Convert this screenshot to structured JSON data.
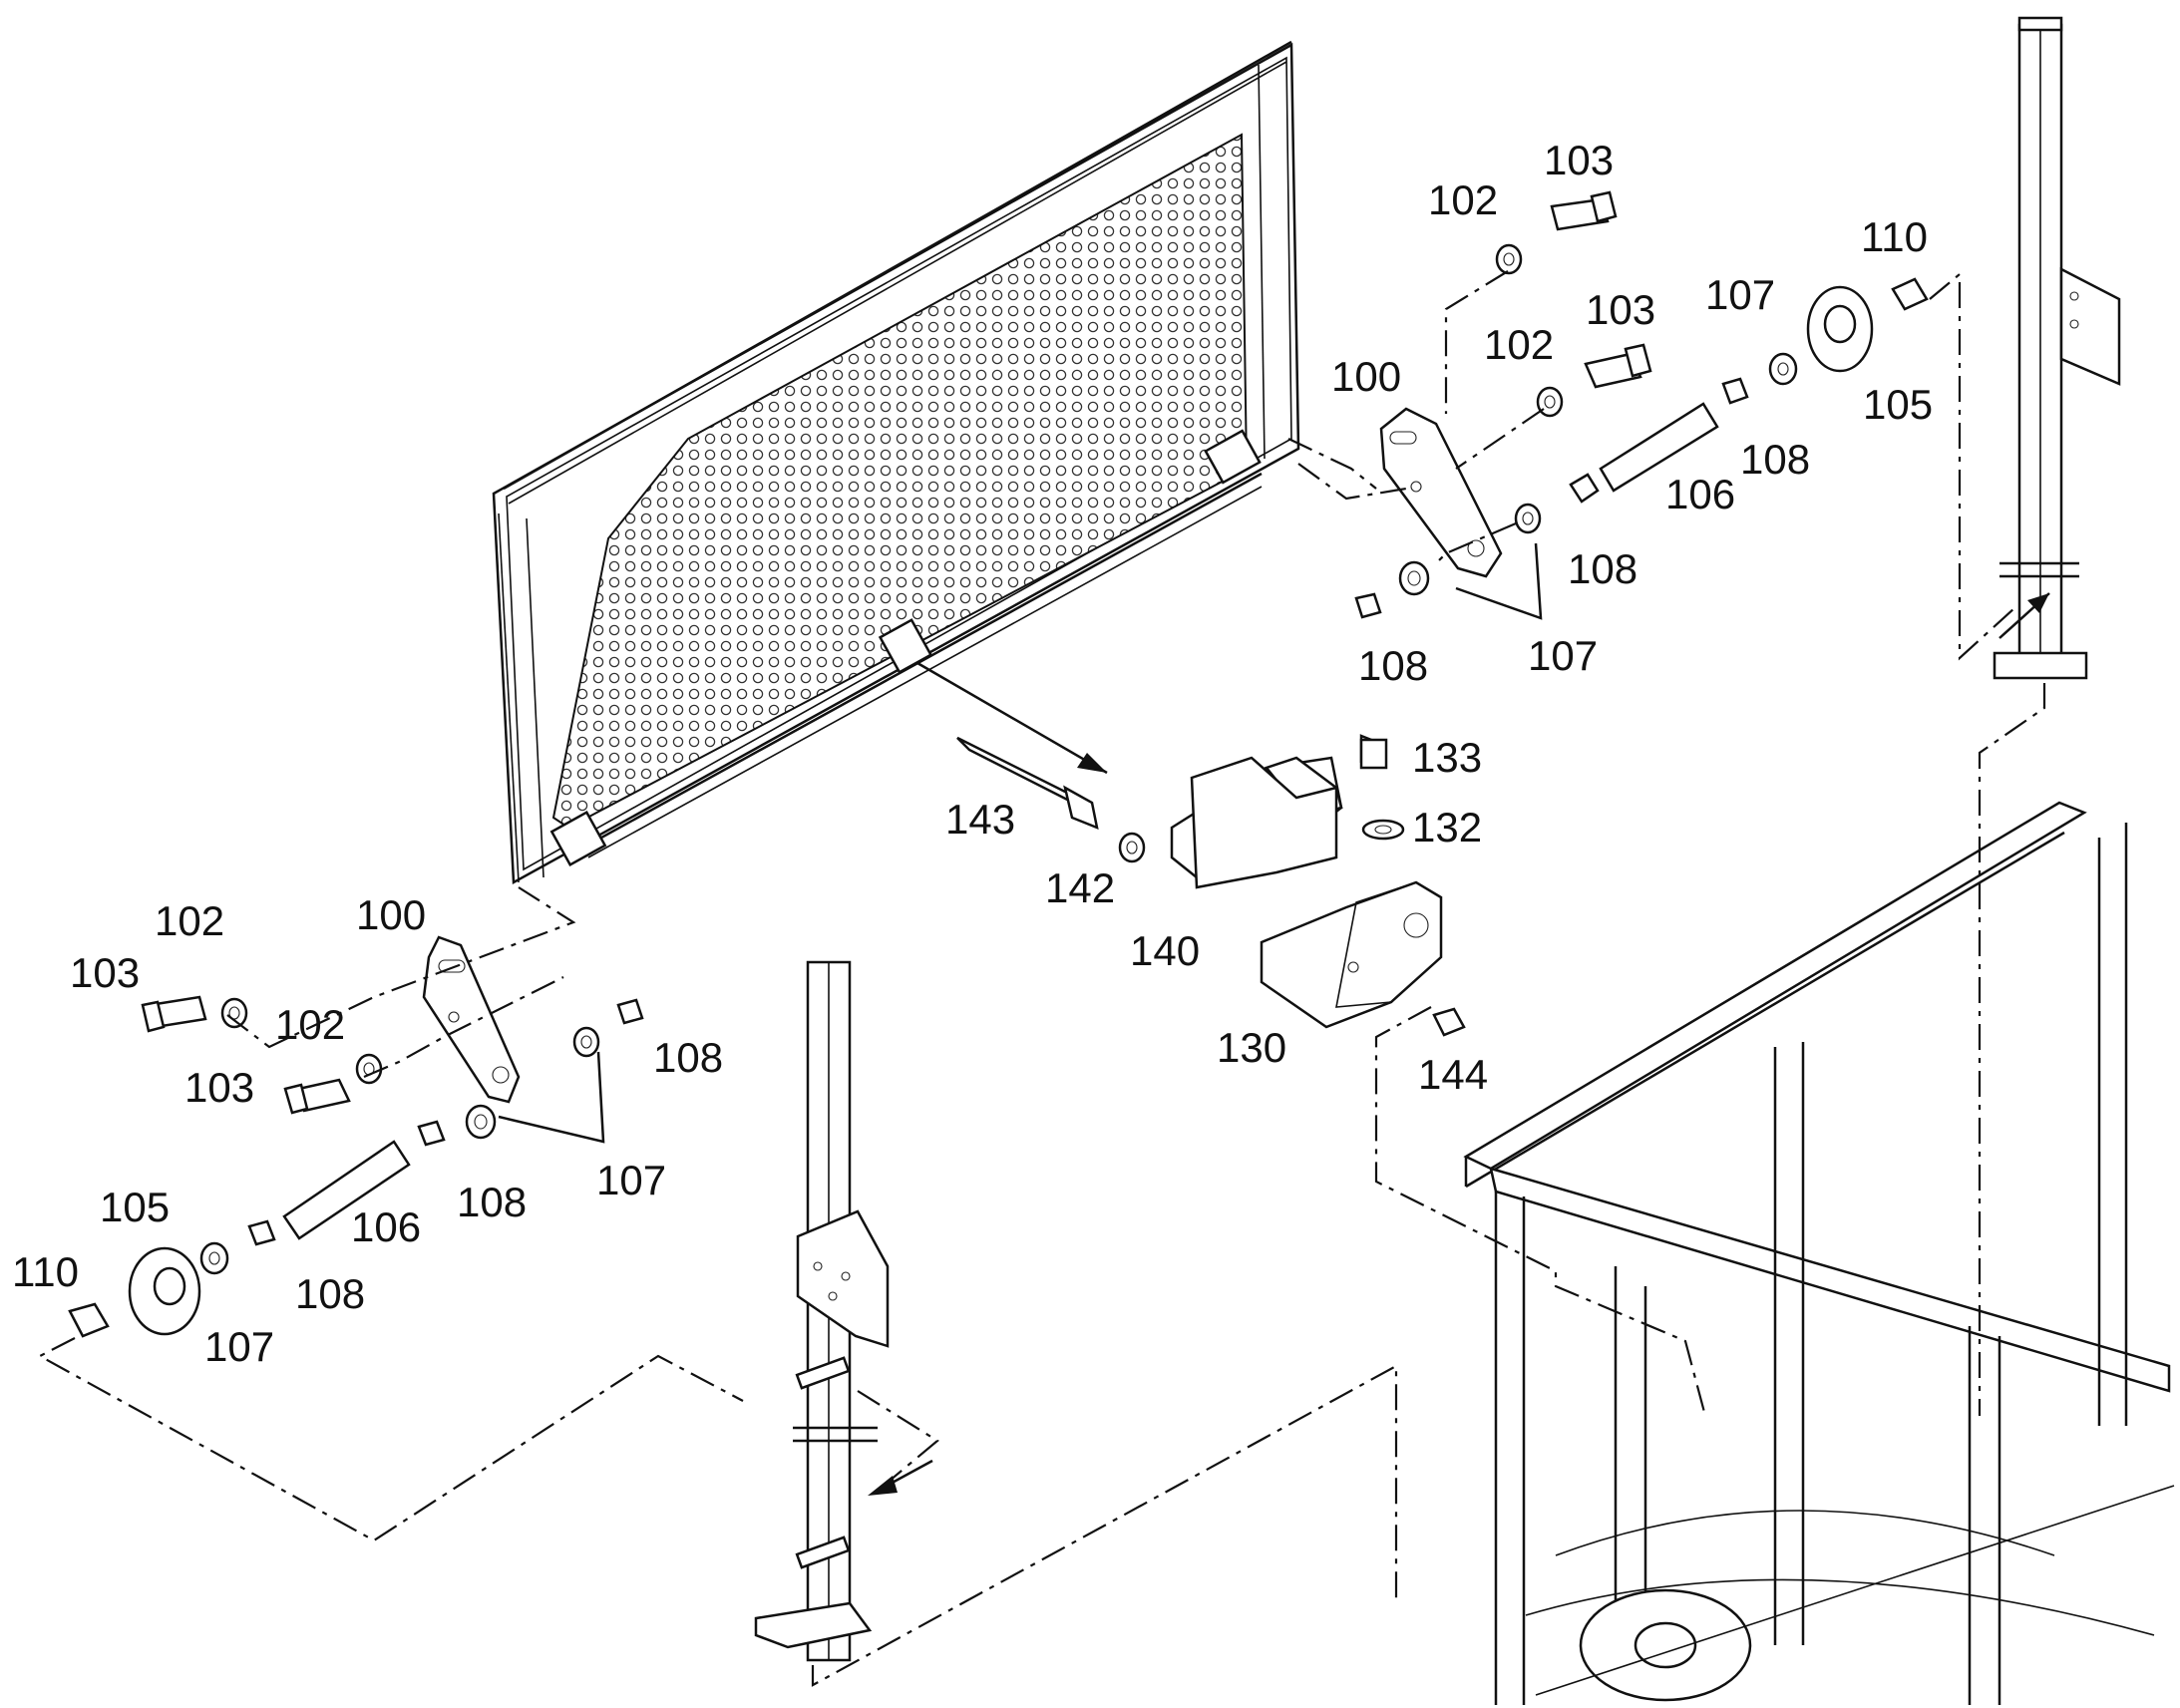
{
  "figure": {
    "labels": [
      {
        "id": "lbl-102-a",
        "text": "102"
      },
      {
        "id": "lbl-103-a",
        "text": "103"
      },
      {
        "id": "lbl-102-b",
        "text": "102"
      },
      {
        "id": "lbl-103-b",
        "text": "103"
      },
      {
        "id": "lbl-100-a",
        "text": "100"
      },
      {
        "id": "lbl-110-a",
        "text": "110"
      },
      {
        "id": "lbl-107-a",
        "text": "107"
      },
      {
        "id": "lbl-105-a",
        "text": "105"
      },
      {
        "id": "lbl-108-a",
        "text": "108"
      },
      {
        "id": "lbl-106-a",
        "text": "106"
      },
      {
        "id": "lbl-108-b",
        "text": "108"
      },
      {
        "id": "lbl-108-c",
        "text": "108"
      },
      {
        "id": "lbl-107-b",
        "text": "107"
      },
      {
        "id": "lbl-133",
        "text": "133"
      },
      {
        "id": "lbl-132",
        "text": "132"
      },
      {
        "id": "lbl-143",
        "text": "143"
      },
      {
        "id": "lbl-142",
        "text": "142"
      },
      {
        "id": "lbl-140",
        "text": "140"
      },
      {
        "id": "lbl-130",
        "text": "130"
      },
      {
        "id": "lbl-144",
        "text": "144"
      },
      {
        "id": "lbl-102-c",
        "text": "102"
      },
      {
        "id": "lbl-100-b",
        "text": "100"
      },
      {
        "id": "lbl-103-c",
        "text": "103"
      },
      {
        "id": "lbl-102-d",
        "text": "102"
      },
      {
        "id": "lbl-103-d",
        "text": "103"
      },
      {
        "id": "lbl-108-d",
        "text": "108"
      },
      {
        "id": "lbl-107-c",
        "text": "107"
      },
      {
        "id": "lbl-105-b",
        "text": "105"
      },
      {
        "id": "lbl-108-e",
        "text": "108"
      },
      {
        "id": "lbl-106-b",
        "text": "106"
      },
      {
        "id": "lbl-110-b",
        "text": "110"
      },
      {
        "id": "lbl-108-f",
        "text": "108"
      },
      {
        "id": "lbl-107-d",
        "text": "107"
      }
    ]
  }
}
